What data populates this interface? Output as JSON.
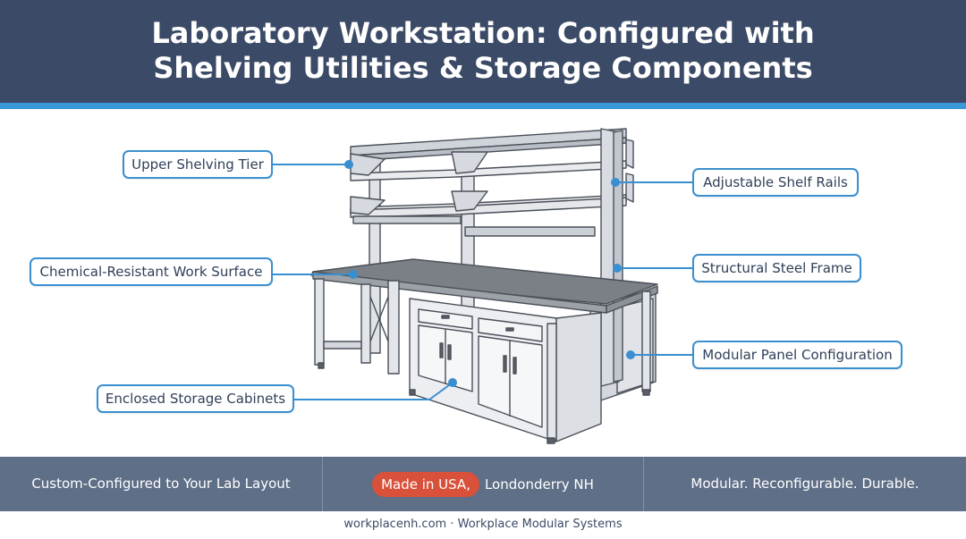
{
  "header": {
    "title_line1": "Laboratory Workstation: Configured with",
    "title_line2": "Shelving Utilities & Storage Components"
  },
  "callouts": {
    "upper_shelving": "Upper Shelving Tier",
    "adjustable_rails": "Adjustable Shelf Rails",
    "work_surface": "Chemical-Resistant Work Surface",
    "steel_frame": "Structural Steel Frame",
    "modular_panel": "Modular Panel Configuration",
    "storage_cabinets": "Enclosed Storage Cabinets"
  },
  "footer": {
    "left": "Custom-Configured to Your Lab Layout",
    "badge": "Made in USA,",
    "location": "Londonderry NH",
    "right": "Modular. Reconfigurable. Durable."
  },
  "credit": {
    "text": "workplacenh.com · Workplace Modular Systems"
  },
  "colors": {
    "header_bg": "#3b4a66",
    "accent_blue": "#3a9ad9",
    "footer_bg": "#5f6f87",
    "badge_red": "#d9513a"
  }
}
